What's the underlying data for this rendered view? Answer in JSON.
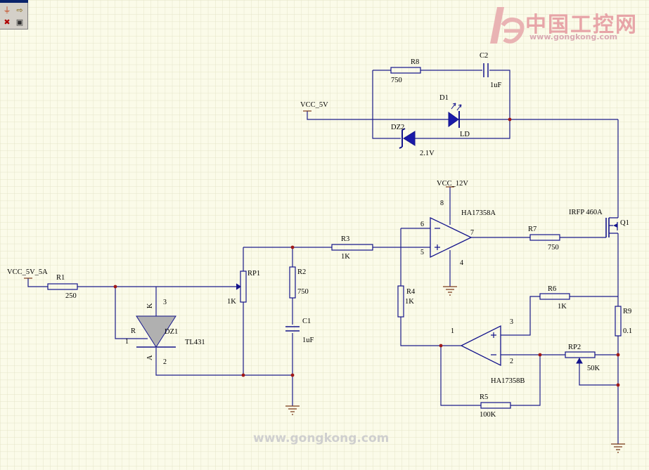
{
  "branding": {
    "logo_main": "中国工控网",
    "logo_url": "www.gongkong.com",
    "watermark": "www.gongkong.com"
  },
  "toolbar": {
    "icons": [
      "ground-tool-icon",
      "port-tool-icon",
      "delete-tool-icon",
      "part-tool-icon"
    ]
  },
  "colors": {
    "background": "#fbfbe9",
    "grid": "#e4e4c8",
    "wire": "#1d1d8c",
    "junction": "#a01818",
    "component": "#14148c",
    "text": "#000000"
  },
  "components": {
    "vcc_main": "VCC_5V_5A",
    "r1": {
      "ref": "R1",
      "value": "250"
    },
    "dz1": {
      "ref": "DZ1",
      "value": "TL431",
      "pin_k": "K",
      "pin_a": "A",
      "pin_r": "R",
      "pin1": "1",
      "pin2": "2",
      "pin3": "3"
    },
    "rp1": {
      "ref": "RP1",
      "value": "1K"
    },
    "r2": {
      "ref": "R2",
      "value": "750"
    },
    "c1": {
      "ref": "C1",
      "value": "1uF"
    },
    "r3": {
      "ref": "R3",
      "value": "1K"
    },
    "vcc12": "VCC_12V",
    "u1": {
      "ref": "HA17358A",
      "pin8": "8",
      "pin6": "6",
      "pin5": "5",
      "pin7": "7",
      "pin4": "4"
    },
    "r7": {
      "ref": "R7",
      "value": "750"
    },
    "q1": {
      "ref": "Q1",
      "value": "IRFP 460A"
    },
    "r8": {
      "ref": "R8",
      "value": "750"
    },
    "c2": {
      "ref": "C2",
      "value": "1uF"
    },
    "vcc5": "VCC_5V",
    "d1": {
      "ref": "D1",
      "value": "LD"
    },
    "dz2": {
      "ref": "DZ2",
      "value": "2.1V"
    },
    "r4": {
      "ref": "R4",
      "value": "1K"
    },
    "r6": {
      "ref": "R6",
      "value": "1K"
    },
    "r9": {
      "ref": "R9",
      "value": "0.1"
    },
    "u2": {
      "ref": "HA17358B",
      "pin1": "1",
      "pin2": "2",
      "pin3": "3"
    },
    "rp2": {
      "ref": "RP2",
      "value": "50K"
    },
    "r5": {
      "ref": "R5",
      "value": "100K"
    }
  }
}
